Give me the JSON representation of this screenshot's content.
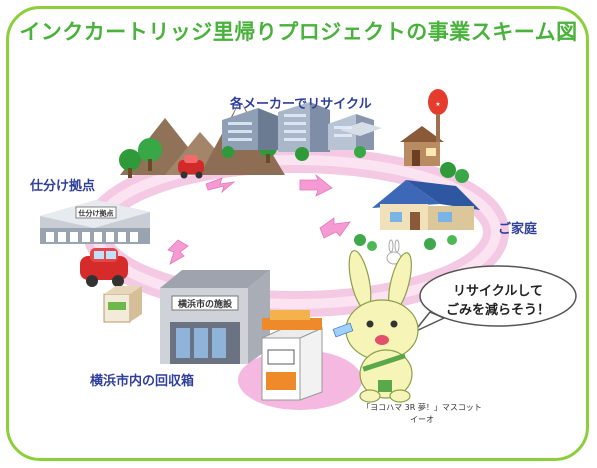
{
  "title": "インクカートリッジ里帰りプロジェクトの事業スキーム図",
  "labels": {
    "maker_recycle": "各メーカーでリサイクル",
    "sorting_hub": "仕分け拠点",
    "home": "ご家庭",
    "collection_box": "横浜市内の回収箱"
  },
  "signs": {
    "sorting_building": "仕分け拠点",
    "city_facility": "横浜市の施設"
  },
  "speech": {
    "line1": "リサイクルして",
    "line2": "ごみを減らそう！"
  },
  "mascot": {
    "caption_line1": "「ヨコハマ 3R 夢！」マスコット",
    "caption_line2": "イーオ"
  },
  "colors": {
    "frame": "#8ccf3a",
    "title": "#48b23a",
    "label": "#2f3f9a",
    "loop": "#f4c9e3",
    "arrow": "#f59ad2"
  }
}
